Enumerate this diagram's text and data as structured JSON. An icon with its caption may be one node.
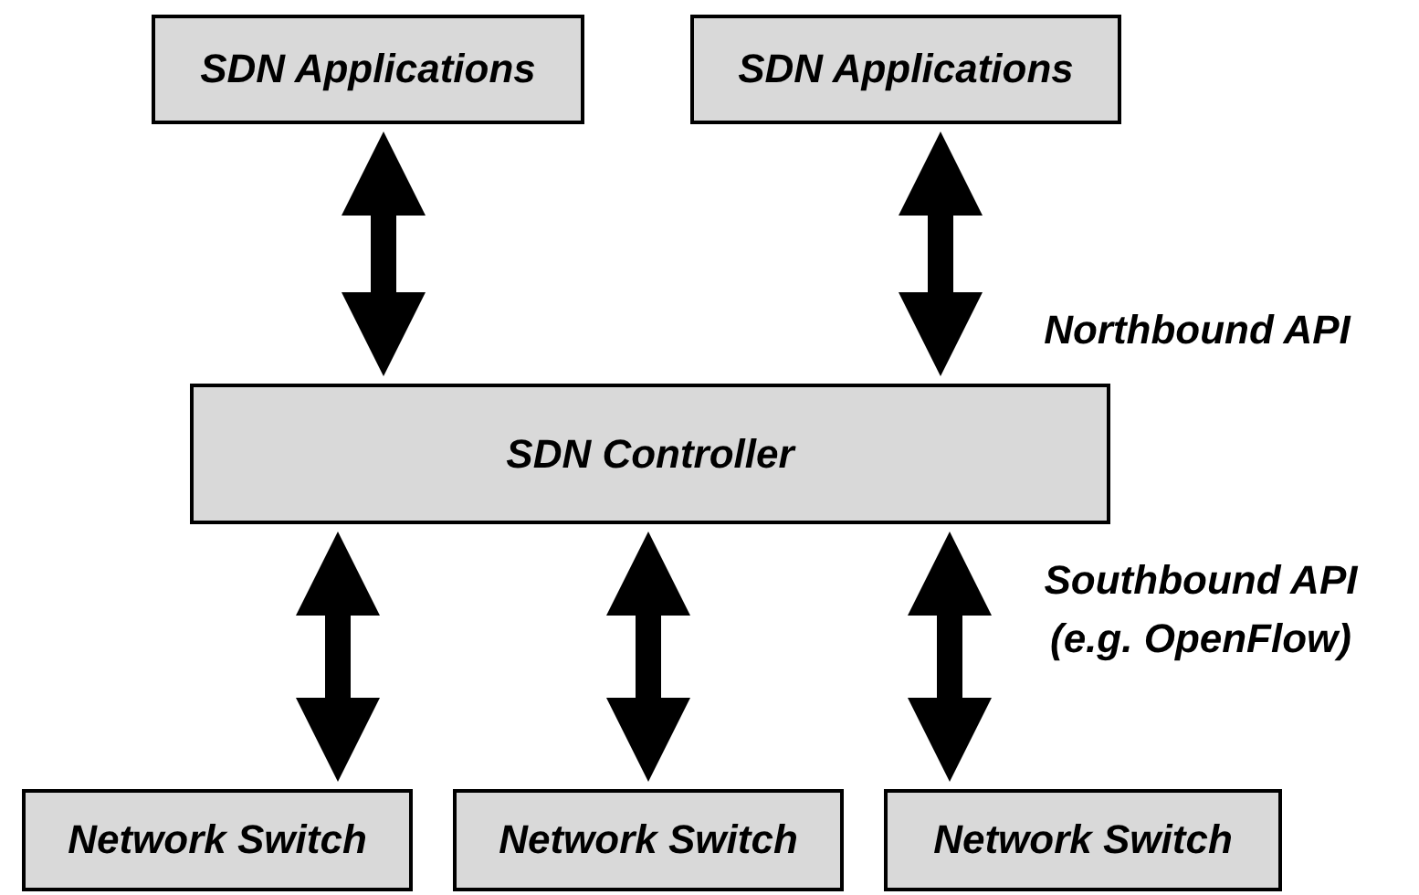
{
  "diagram": {
    "nodes": [
      {
        "text": [
          "SDN Applications"
        ]
      },
      {
        "text": [
          "SDN Applications"
        ]
      },
      {
        "text": [
          "SDN Controller"
        ]
      },
      {
        "text": [
          "Network Switch"
        ]
      },
      {
        "text": [
          "Network Switch"
        ]
      },
      {
        "text": [
          "Network Switch"
        ]
      }
    ],
    "edges": [
      {
        "from": 0,
        "to": 2,
        "arrow": "both"
      },
      {
        "from": 1,
        "to": 2,
        "arrow": "both"
      },
      {
        "from": 2,
        "to": 3,
        "arrow": "both"
      },
      {
        "from": 2,
        "to": 4,
        "arrow": "both"
      },
      {
        "from": 2,
        "to": 5,
        "arrow": "both"
      }
    ],
    "labels": [
      "Northbound API",
      "Southbound API (e.g. OpenFlow)"
    ]
  }
}
